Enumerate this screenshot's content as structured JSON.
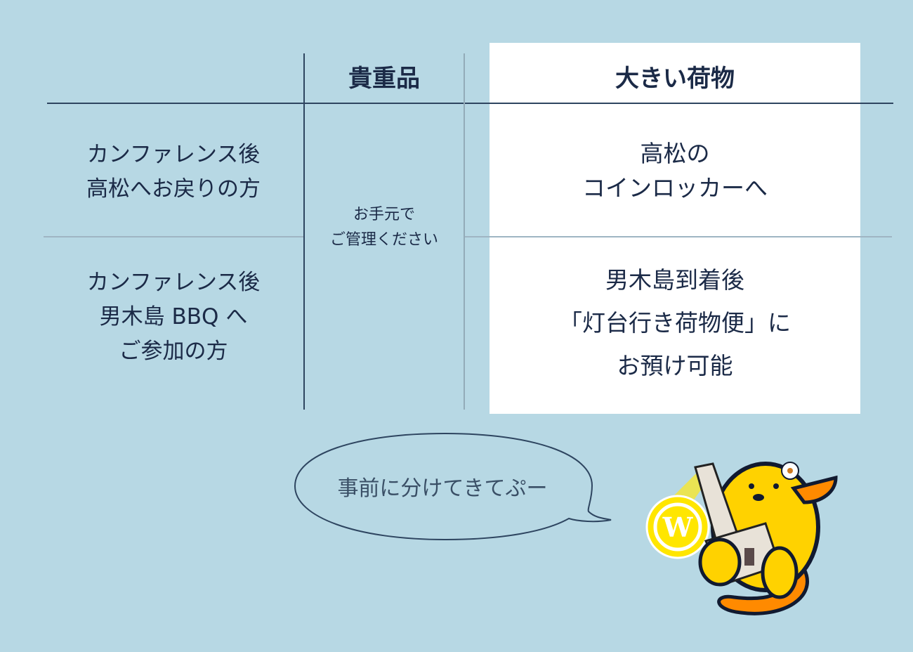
{
  "table": {
    "headers": [
      "貴重品",
      "大きい荷物"
    ],
    "rows": [
      {
        "label": [
          "カンファレンス後",
          "高松へお戻りの方"
        ],
        "big_luggage": [
          "高松の",
          "コインロッカーへ"
        ]
      },
      {
        "label": [
          "カンファレンス後",
          "男木島 BBQ へ",
          "ご参加の方"
        ],
        "big_luggage": [
          "男木島到着後",
          "「灯台行き荷物便」に",
          "お預け可能"
        ]
      }
    ],
    "valuables": [
      "お手元で",
      "ご管理ください"
    ]
  },
  "speech_bubble": "事前に分けてきてぷー",
  "colors": {
    "background": "#b7d8e4",
    "text": "#1b2a47",
    "highlight": "#ffffff"
  }
}
